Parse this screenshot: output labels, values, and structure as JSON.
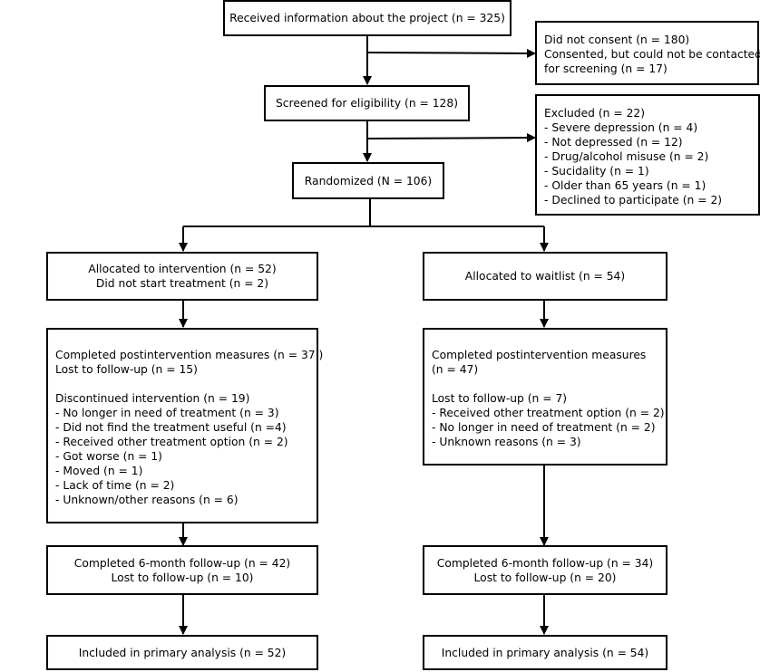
{
  "boxes": {
    "received": [
      "Received information about the project (n = 325)"
    ],
    "not_consent": [
      "Did not consent (n = 180)",
      "Consented, but could not be contacted",
      "for screening (n = 17)"
    ],
    "screened": [
      "Screened for eligibility (n = 128)"
    ],
    "excluded": [
      "Excluded (n = 22)",
      "- Severe depression (n = 4)",
      "- Not depressed (n = 12)",
      "- Drug/alcohol misuse (n = 2)",
      "- Sucidality (n = 1)",
      "- Older than 65 years (n = 1)",
      "- Declined to participate (n = 2)"
    ],
    "randomized": [
      "Randomized (N = 106)"
    ],
    "alloc_int": [
      "Allocated to intervention (n = 52)",
      "Did not start treatment (n = 2)"
    ],
    "alloc_wait": [
      "Allocated to waitlist (n = 54)"
    ],
    "post_int": [
      "Completed postintervention measures (n = 37 )",
      "Lost to follow-up (n = 15)",
      "",
      "Discontinued intervention (n = 19)",
      "- No longer in need of treatment (n = 3)",
      "- Did not find the treatment useful (n =4)",
      "- Received other treatment option (n = 2)",
      "- Got worse (n = 1)",
      "- Moved (n = 1)",
      "- Lack of time (n = 2)",
      "- Unknown/other reasons (n = 6)"
    ],
    "post_wait": [
      "Completed postintervention measures",
      "(n = 47)",
      "",
      "Lost to follow-up (n = 7)",
      "- Received other treatment option (n = 2)",
      "- No longer in need of treatment (n = 2)",
      "- Unknown reasons (n = 3)"
    ],
    "fu_int": [
      "Completed 6-month follow-up (n = 42)",
      "Lost to follow-up (n = 10)"
    ],
    "fu_wait": [
      "Completed 6-month follow-up (n = 34)",
      "Lost to follow-up (n = 20)"
    ],
    "incl_int": [
      "Included in primary analysis (n = 52)"
    ],
    "incl_wait": [
      "Included in primary analysis (n = 54)"
    ]
  }
}
